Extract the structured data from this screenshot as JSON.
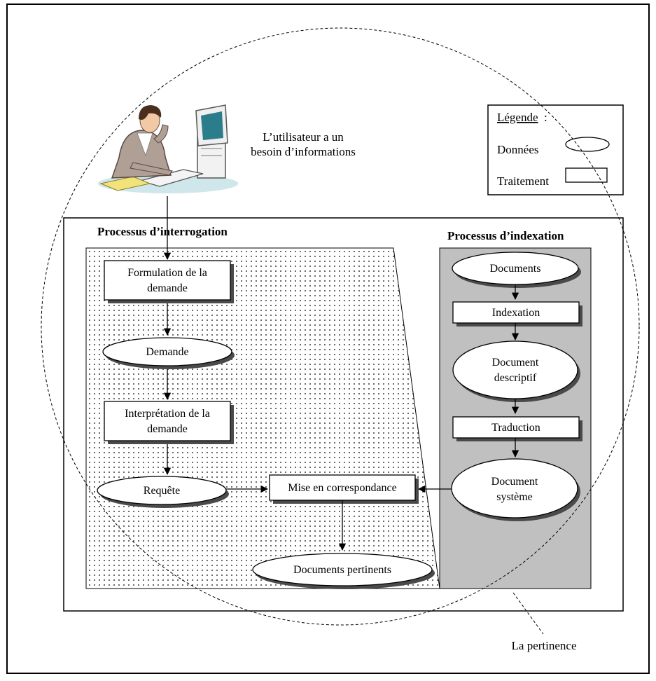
{
  "user_caption": {
    "line1": "L’utilisateur a un",
    "line2": "besoin d’informations"
  },
  "legend": {
    "title": "Légende",
    "colon": ":",
    "data_label": "Données",
    "processing_label": "Traitement"
  },
  "interrogation": {
    "title": "Processus d’interrogation",
    "formulation": [
      "Formulation de la",
      "demande"
    ],
    "demande": "Demande",
    "interpretation": [
      "Interprétation de la",
      "demande"
    ],
    "requete": "Requête",
    "matching": "Mise en correspondance",
    "relevant_docs": "Documents pertinents"
  },
  "indexation": {
    "title": "Processus d’indexation",
    "documents": "Documents",
    "indexation_step": "Indexation",
    "descriptive_doc": [
      "Document",
      "descriptif"
    ],
    "translation": "Traduction",
    "system_doc": [
      "Document",
      "système"
    ]
  },
  "relevance_label": "La pertinence",
  "colors": {
    "indexation_panel": "#c0c0c0",
    "box_shadow": "#4a4a4a",
    "suit": "#b09f95",
    "monitor": "#2c7d8c",
    "papers": "#f2e27a"
  }
}
